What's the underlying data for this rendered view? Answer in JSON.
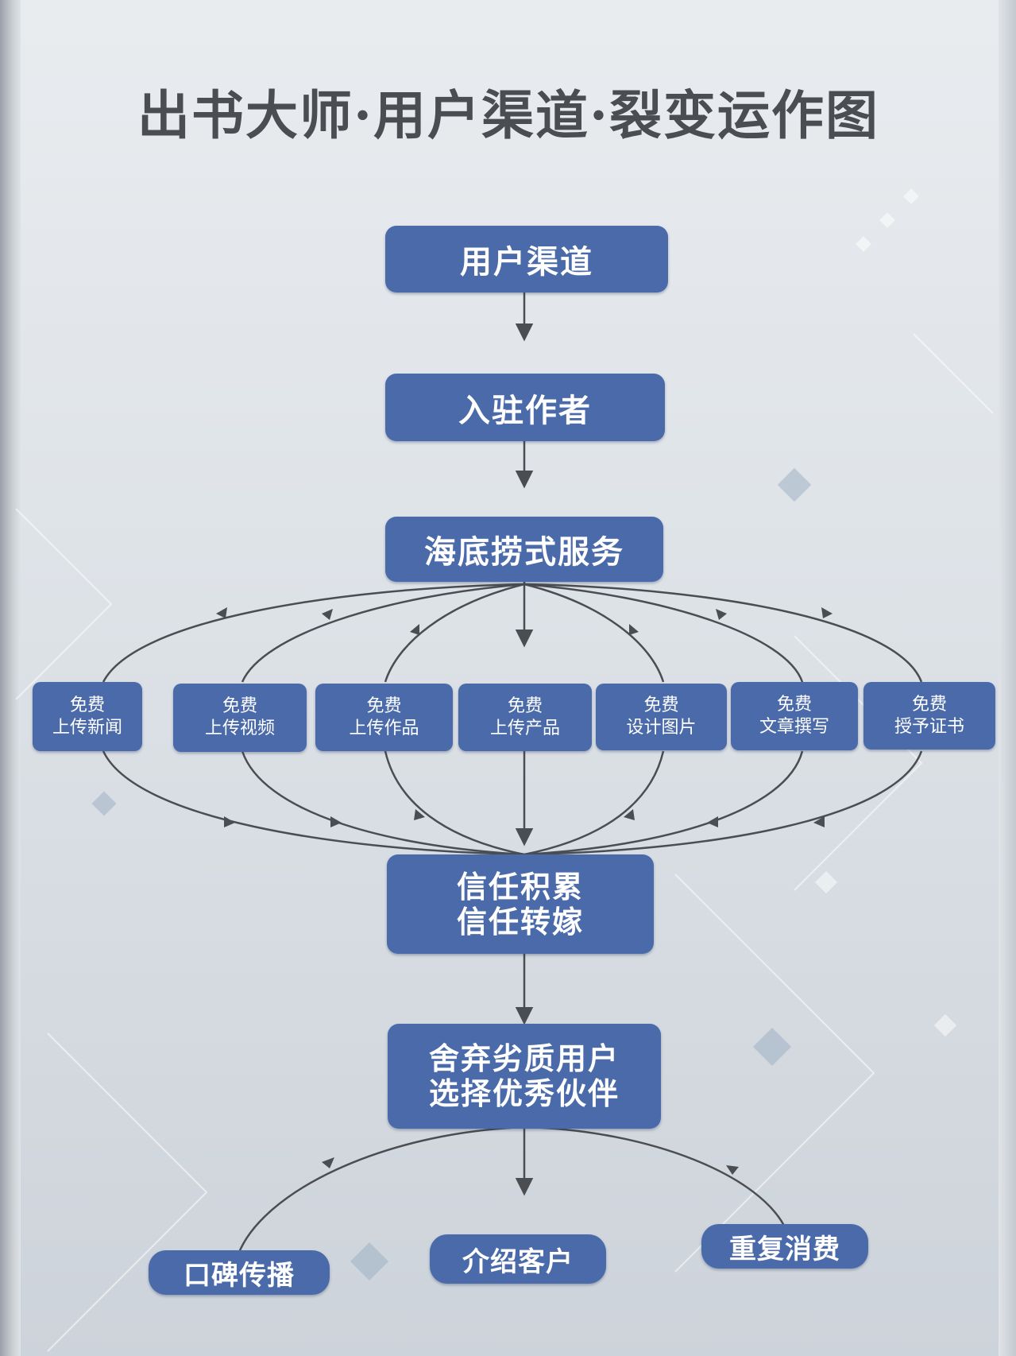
{
  "title": "出书大师·用户渠道·裂变运作图",
  "nodes": {
    "channel": "用户渠道",
    "author": "入驻作者",
    "service": "海底捞式服务",
    "trust": {
      "line1": "信任积累",
      "line2": "信任转嫁"
    },
    "select": {
      "line1": "舍弃劣质用户",
      "line2": "选择优秀伙伴"
    }
  },
  "services": [
    {
      "line1": "免费",
      "line2": "上传新闻"
    },
    {
      "line1": "免费",
      "line2": "上传视频"
    },
    {
      "line1": "免费",
      "line2": "上传作品"
    },
    {
      "line1": "免费",
      "line2": "上传产品"
    },
    {
      "line1": "免费",
      "line2": "设计图片"
    },
    {
      "line1": "免费",
      "line2": "文章撰写"
    },
    {
      "line1": "免费",
      "line2": "授予证书"
    }
  ],
  "outcomes": [
    "口碑传播",
    "介绍客户",
    "重复消费"
  ],
  "colors": {
    "box": "#4a6aaa",
    "line": "#4a4d52",
    "title": "#4a4d52"
  }
}
